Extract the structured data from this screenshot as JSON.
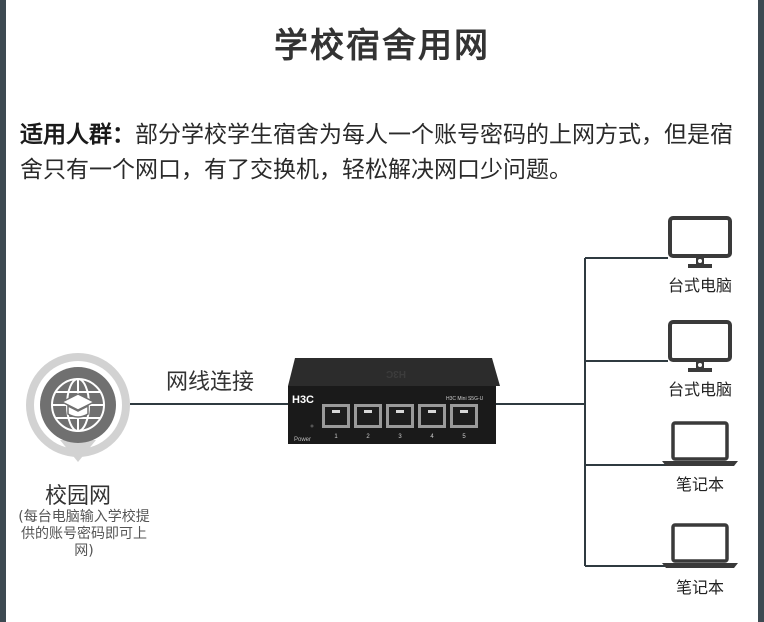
{
  "title": "学校宿舍用网",
  "description": {
    "lead": "适用人群：",
    "text": "部分学校学生宿舍为每人一个账号密码的上网方式，但是宿舍只有一个网口，有了交换机，轻松解决网口少问题。"
  },
  "campus": {
    "label": "校园网",
    "note": "(每台电脑输入学校提供的账号密码即可上网)"
  },
  "cable_label": "网线连接",
  "switch": {
    "brand": "H3C",
    "model": "H3C Mini S5G-U",
    "power_label": "Power",
    "port_numbers": [
      "1",
      "2",
      "3",
      "4",
      "5"
    ]
  },
  "devices": [
    {
      "type": "desktop",
      "label": "台式电脑"
    },
    {
      "type": "desktop",
      "label": "台式电脑"
    },
    {
      "type": "laptop",
      "label": "笔记本"
    },
    {
      "type": "laptop",
      "label": "笔记本"
    }
  ],
  "colors": {
    "line": "#2f3a40",
    "icon": "#3a3a3a",
    "badge_ring": "#c9c9c9",
    "badge_fill": "#6f6f6f"
  }
}
